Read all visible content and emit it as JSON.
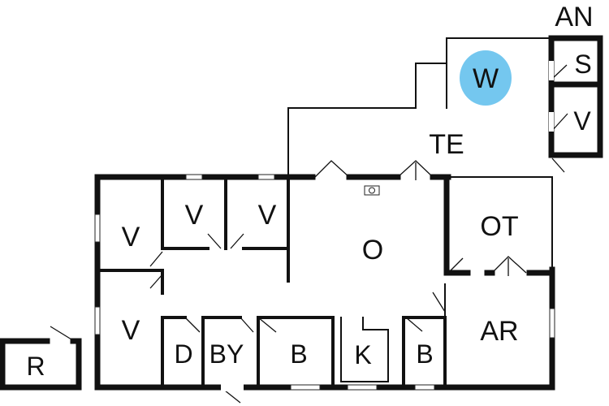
{
  "rooms": {
    "an": "AN",
    "s": "S",
    "v_annex": "V",
    "w": "W",
    "te": "TE",
    "v_left_top": "V",
    "v_small_1": "V",
    "v_small_2": "V",
    "o": "O",
    "ot": "OT",
    "v_left_bottom": "V",
    "d": "D",
    "by": "BY",
    "b_1": "B",
    "k": "K",
    "b_2": "B",
    "ar": "AR",
    "r": "R"
  },
  "colors": {
    "wall": "#111111",
    "background": "#ffffff",
    "whirlpool": "#74c7ef"
  },
  "icons": {
    "fireplace": "fireplace-icon"
  }
}
